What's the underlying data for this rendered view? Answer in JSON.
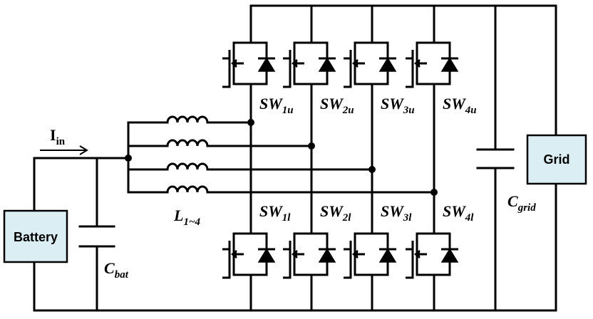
{
  "blocks": {
    "battery": "Battery",
    "grid": "Grid"
  },
  "current": {
    "main": "I",
    "sub": "in"
  },
  "capacitors": {
    "bat": {
      "main": "C",
      "sub": "bat"
    },
    "grid": {
      "main": "C",
      "sub": "grid"
    }
  },
  "inductor": {
    "main": "L",
    "sub": "1~4"
  },
  "switches_upper": [
    {
      "main": "SW",
      "sub": "1u"
    },
    {
      "main": "SW",
      "sub": "2u"
    },
    {
      "main": "SW",
      "sub": "3u"
    },
    {
      "main": "SW",
      "sub": "4u"
    }
  ],
  "switches_lower": [
    {
      "main": "SW",
      "sub": "1l"
    },
    {
      "main": "SW",
      "sub": "2l"
    },
    {
      "main": "SW",
      "sub": "3l"
    },
    {
      "main": "SW",
      "sub": "4l"
    }
  ]
}
